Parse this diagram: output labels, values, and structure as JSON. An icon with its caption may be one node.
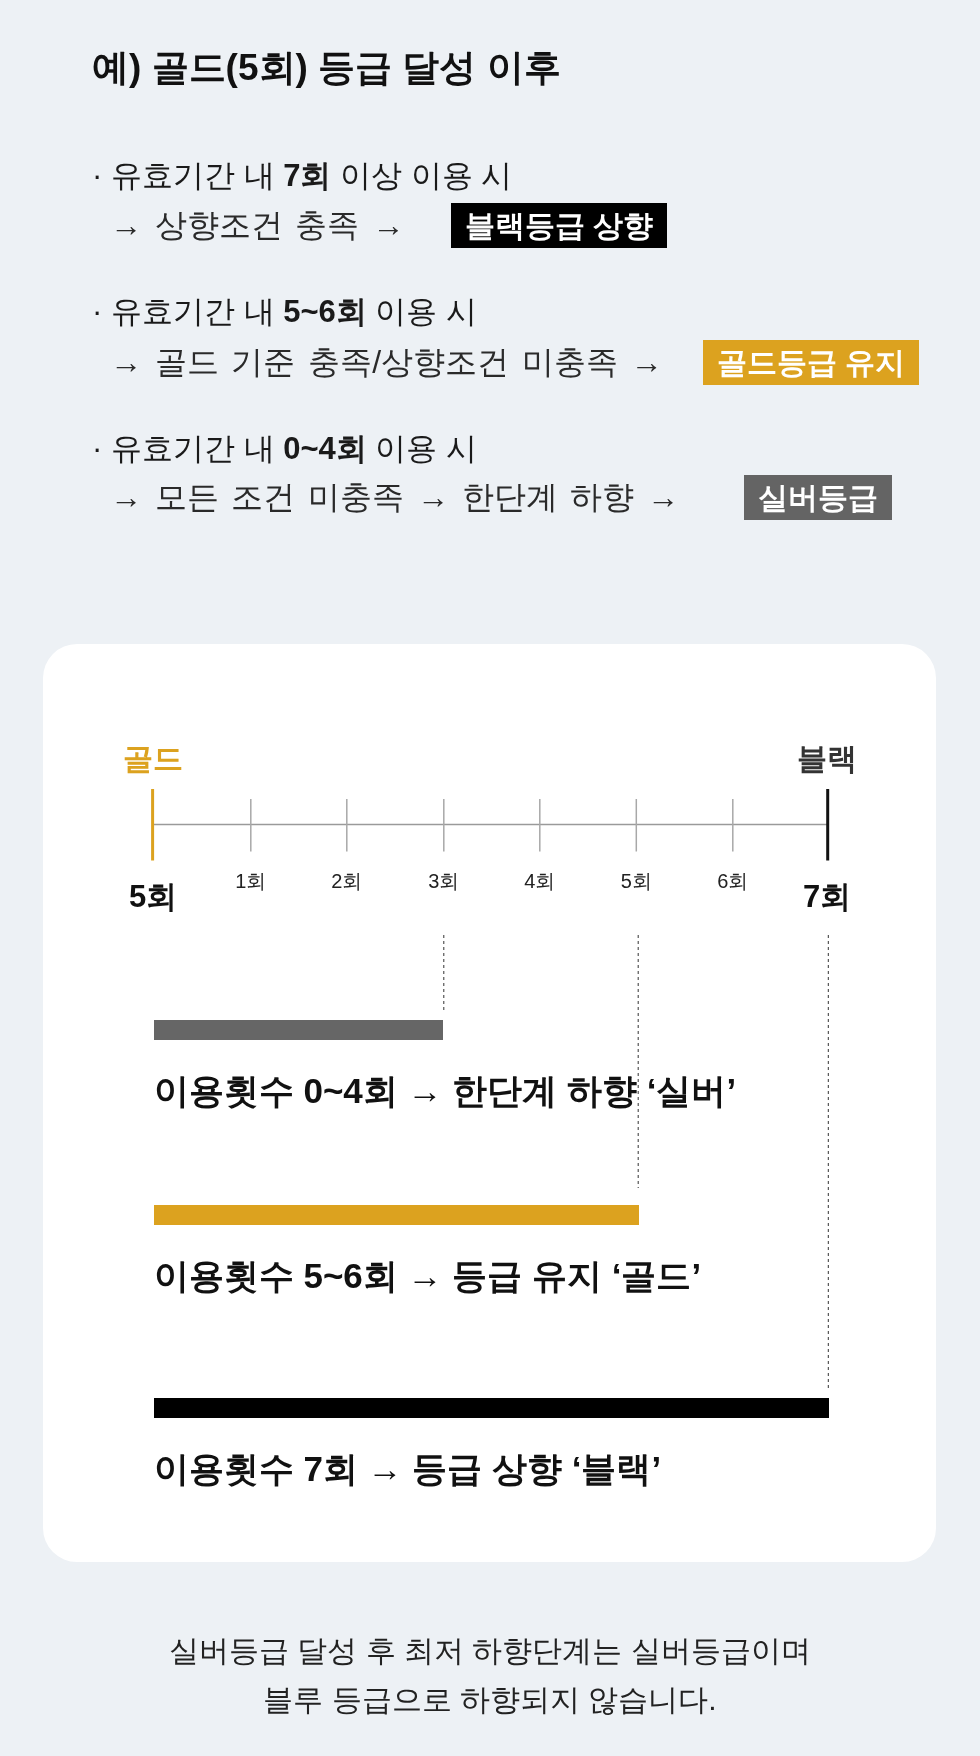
{
  "diagram": {
    "title": "예) 골드(5회) 등급 달성 이후",
    "caption": "실버등급 달성 후 최저 하향단계는 실버등급이며 블루 등급으로 하향되지 않습니다.",
    "nodes": [
      {
        "text": [
          "블랙등급 상향"
        ]
      },
      {
        "text": [
          "골드등급 유지"
        ]
      },
      {
        "text": [
          "실버등급"
        ]
      },
      {
        "text": [],
        "shape": "bar",
        "beside": [
          "이용횟수 0~4회 → 한단계 하향 ‘실버’"
        ]
      },
      {
        "text": [],
        "shape": "bar",
        "beside": [
          "이용횟수 5~6회 → 등급 유지 ‘골드’"
        ]
      },
      {
        "text": [],
        "shape": "bar",
        "beside": [
          "이용횟수 7회 → 등급 상향 ‘블랙’"
        ]
      }
    ],
    "labels": [
      "· 유효기간 내 **7회** 이상 이용 시",
      "→ 상향조건 충족 →",
      "· 유효기간 내 **5~6회** 이용 시",
      "→ 골드 기준 충족/상향조건 미충족 →",
      "· 유효기간 내 **0~4회** 이용 시",
      "→ 모든 조건 미충족 → 한단계 하향 →",
      "골드",
      "블랙",
      "5회",
      "1회",
      "2회",
      "3회",
      "4회",
      "5회",
      "6회",
      "7회"
    ]
  }
}
